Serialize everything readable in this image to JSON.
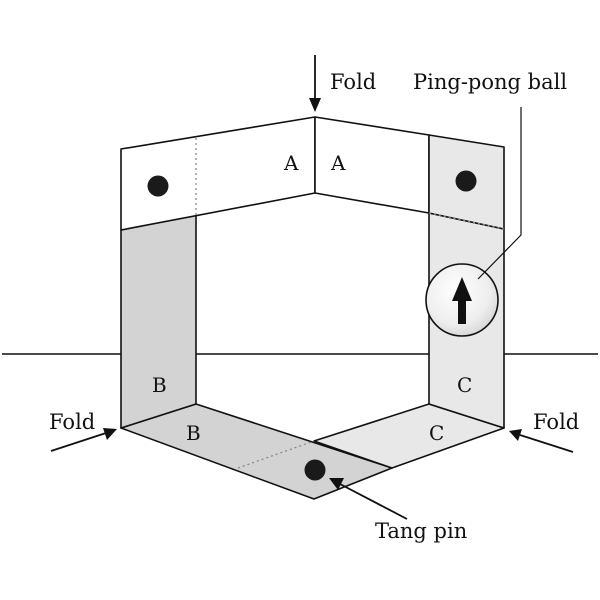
{
  "labels": {
    "fold_top": "Fold",
    "fold_left": "Fold",
    "fold_right": "Fold",
    "ping_pong_ball": "Ping-pong ball",
    "tang_pin": "Tang pin"
  },
  "faces": {
    "a_left": "A",
    "a_right": "A",
    "b_upright": "B",
    "b_bottom": "B",
    "c_upright": "C",
    "c_bottom": "C"
  },
  "colors": {
    "white_face": "#ffffff",
    "light_face": "#e8e8e8",
    "mid_face": "#d3d3d3",
    "ink": "#111111",
    "dot": "#1a1a1a"
  }
}
